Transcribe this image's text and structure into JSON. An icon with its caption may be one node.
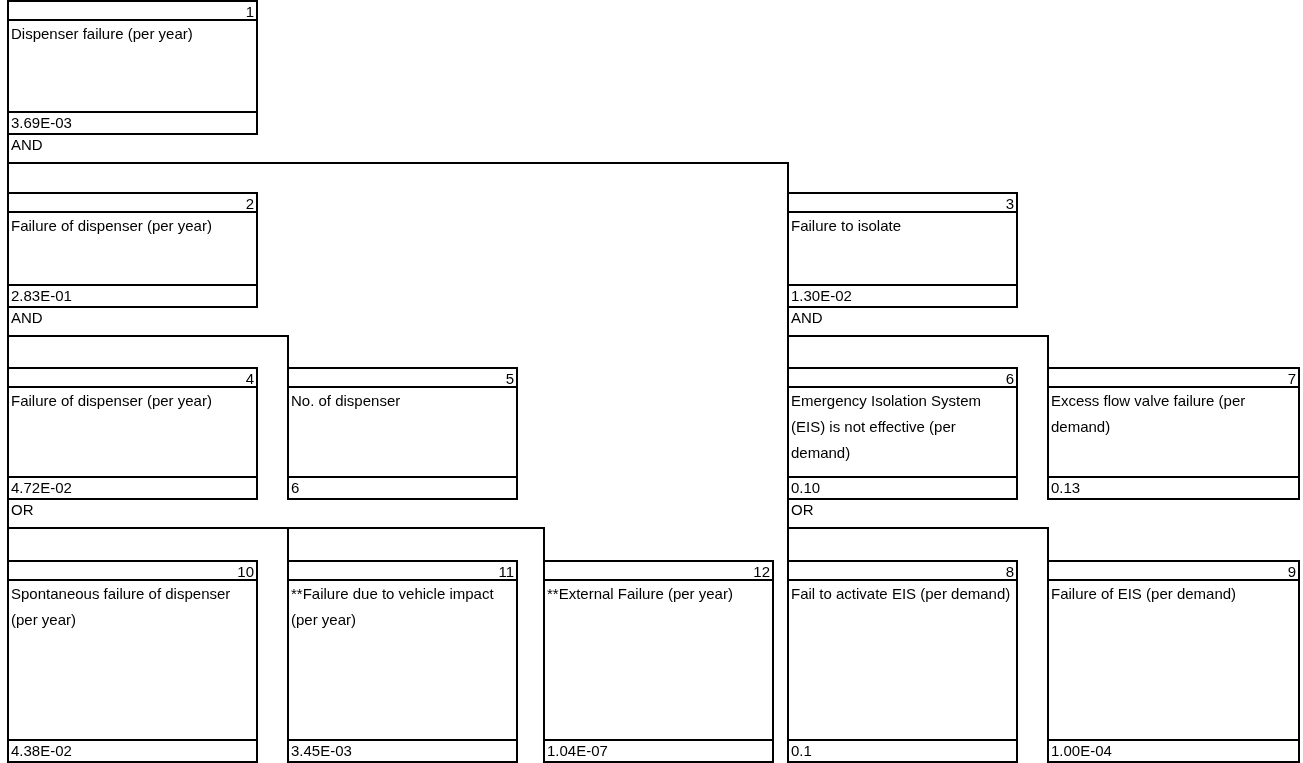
{
  "diagram": {
    "nodes": [
      {
        "text": [
          "1",
          "Dispenser failure (per year)",
          "3.69E-03"
        ],
        "beside": [
          "AND"
        ]
      },
      {
        "text": [
          "2",
          "Failure of dispenser (per year)",
          "2.83E-01"
        ],
        "beside": [
          "AND"
        ]
      },
      {
        "text": [
          "3",
          "Failure to isolate",
          "1.30E-02"
        ],
        "beside": [
          "AND"
        ]
      },
      {
        "text": [
          "4",
          "Failure of dispenser (per year)",
          "4.72E-02"
        ],
        "beside": [
          "OR"
        ]
      },
      {
        "text": [
          "5",
          "No. of dispenser",
          "6"
        ]
      },
      {
        "text": [
          "6",
          "Emergency Isolation System (EIS) is not effective (per demand)",
          "0.10"
        ],
        "beside": [
          "OR"
        ]
      },
      {
        "text": [
          "7",
          "Excess flow valve failure (per demand)",
          "0.13"
        ]
      },
      {
        "text": [
          "10",
          "Spontaneous failure of dispenser (per year)",
          "4.38E-02"
        ]
      },
      {
        "text": [
          "11",
          "**Failure due to vehicle impact (per year)",
          "3.45E-03"
        ]
      },
      {
        "text": [
          "12",
          "**External Failure (per year)",
          "1.04E-07"
        ]
      },
      {
        "text": [
          "8",
          "Fail to activate EIS (per demand)",
          "0.1"
        ]
      },
      {
        "text": [
          "9",
          "Failure of EIS (per demand)",
          "1.00E-04"
        ]
      }
    ],
    "edges": [
      {
        "from": 0,
        "to": 1,
        "arrow": "none"
      },
      {
        "from": 0,
        "to": 2,
        "arrow": "none"
      },
      {
        "from": 1,
        "to": 3,
        "arrow": "none"
      },
      {
        "from": 1,
        "to": 4,
        "arrow": "none"
      },
      {
        "from": 2,
        "to": 5,
        "arrow": "none"
      },
      {
        "from": 2,
        "to": 6,
        "arrow": "none"
      },
      {
        "from": 3,
        "to": 7,
        "arrow": "none"
      },
      {
        "from": 3,
        "to": 8,
        "arrow": "none"
      },
      {
        "from": 3,
        "to": 9,
        "arrow": "none"
      },
      {
        "from": 5,
        "to": 10,
        "arrow": "none"
      },
      {
        "from": 5,
        "to": 11,
        "arrow": "none"
      }
    ]
  }
}
